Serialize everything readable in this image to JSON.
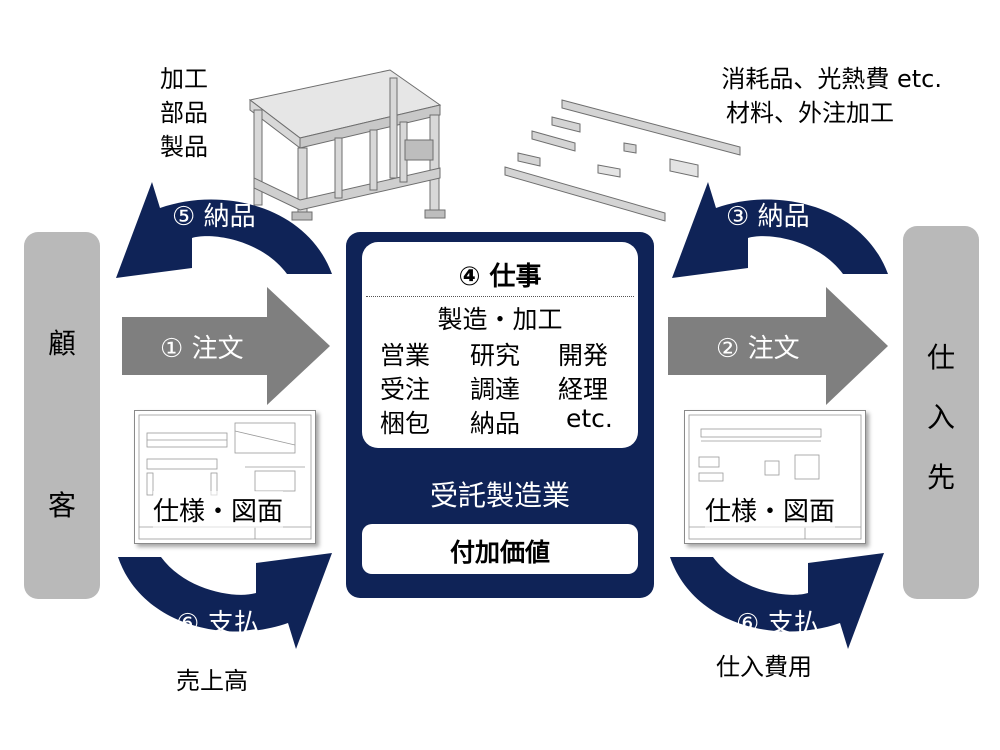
{
  "customer": {
    "char1": "顧",
    "char2": "客"
  },
  "supplier": {
    "char1": "仕",
    "char2": "入",
    "char3": "先"
  },
  "left_top_labels": [
    "加工",
    "部品",
    "製品"
  ],
  "right_top_labels": [
    "消耗品、光熱費 etc.",
    "材料、外注加工"
  ],
  "arrows": {
    "order1": "① 注文",
    "order2": "② 注文",
    "delivery3": "③ 納品",
    "delivery5": "⑤ 納品",
    "payment6_left": "⑥ 支払",
    "payment6_right": "⑥ 支払"
  },
  "drawing_left": "仕様・図面",
  "drawing_right": "仕様・図面",
  "center": {
    "work_title": "④ 仕事",
    "line1": "製造・加工",
    "grid": [
      [
        "営業",
        "研究",
        "開発"
      ],
      [
        "受注",
        "調達",
        "経理"
      ],
      [
        "梱包",
        "納品",
        "etc."
      ]
    ],
    "industry": "受託製造業",
    "value_added": "付加価値"
  },
  "bottom_left": "売上高",
  "bottom_right": "仕入費用",
  "colors": {
    "navy": "#0f2357",
    "gray_arrow": "#7f7f7f",
    "pill_gray": "#b9b9b9"
  }
}
